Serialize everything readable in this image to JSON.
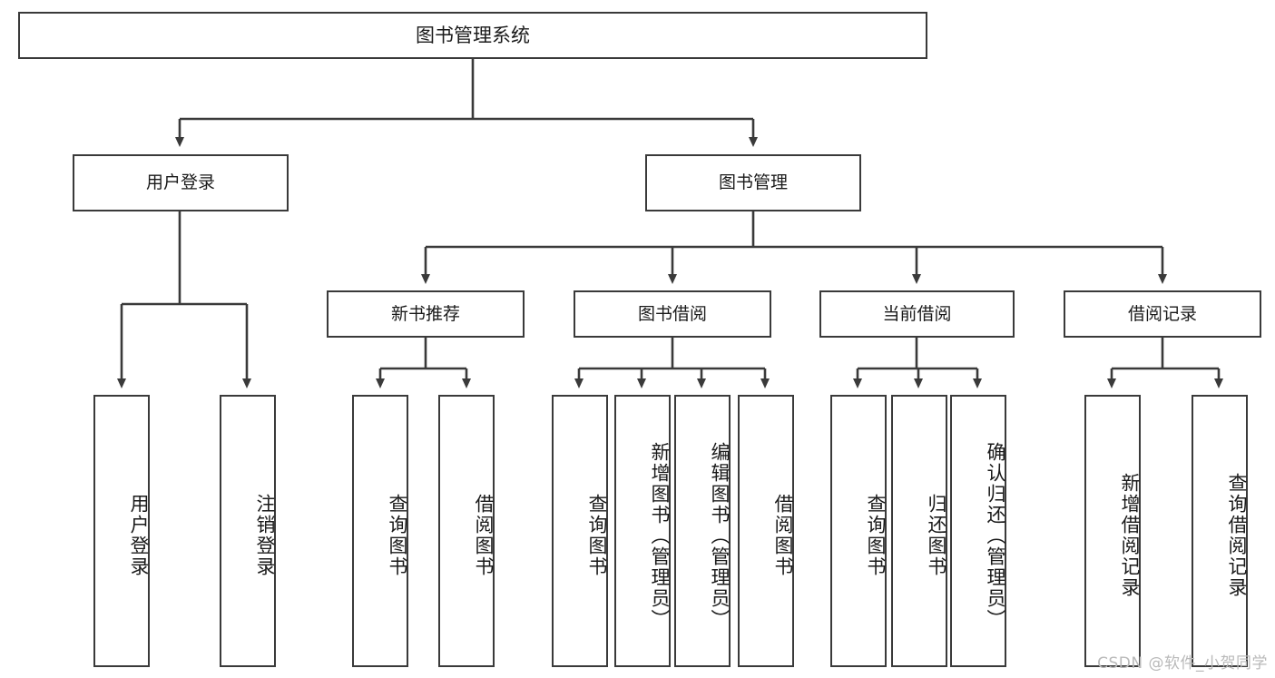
{
  "diagram": {
    "title": "图书管理系统",
    "type": "hierarchy-tree",
    "colors": {
      "box_border": "#3a3a3a",
      "box_fill": "#ffffff",
      "edge": "#3a3a3a",
      "text": "#1a1a1a",
      "watermark": "#b9b9b9"
    },
    "root": {
      "label": "图书管理系统"
    },
    "level2": [
      {
        "label": "用户登录"
      },
      {
        "label": "图书管理"
      }
    ],
    "level3": [
      {
        "label": "新书推荐"
      },
      {
        "label": "图书借阅"
      },
      {
        "label": "当前借阅"
      },
      {
        "label": "借阅记录"
      }
    ],
    "leaves": {
      "user_login": [
        {
          "label": "用户登录"
        },
        {
          "label": "注销登录"
        }
      ],
      "new_book_recommend": [
        {
          "label": "查询图书"
        },
        {
          "label": "借阅图书"
        }
      ],
      "book_borrow": [
        {
          "label": "查询图书"
        },
        {
          "label": "新增图书（管理员）"
        },
        {
          "label": "编辑图书（管理员）"
        },
        {
          "label": "借阅图书"
        }
      ],
      "current_borrow": [
        {
          "label": "查询图书"
        },
        {
          "label": "归还图书"
        },
        {
          "label": "确认归还（管理员）"
        }
      ],
      "borrow_record": [
        {
          "label": "新增借阅记录"
        },
        {
          "label": "查询借阅记录"
        }
      ]
    }
  },
  "watermark": {
    "text": "CSDN @软件_小贺同学"
  }
}
